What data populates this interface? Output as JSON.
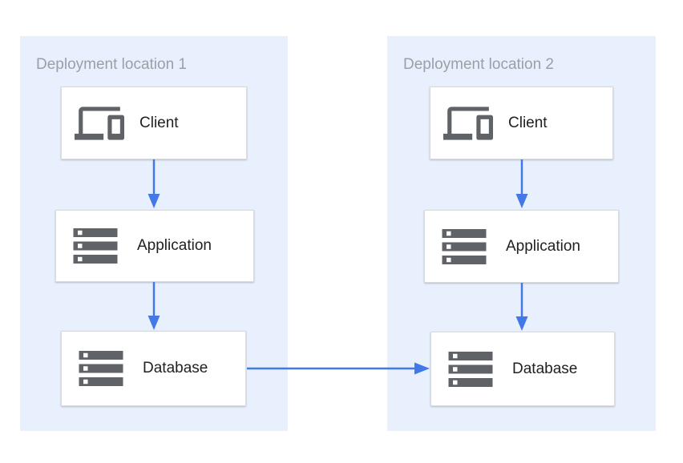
{
  "diagram": {
    "panels": [
      {
        "title": "Deployment location 1",
        "nodes": [
          {
            "label": "Client",
            "icon": "devices-icon"
          },
          {
            "label": "Application",
            "icon": "server-stack-icon"
          },
          {
            "label": "Database",
            "icon": "server-stack-icon"
          }
        ]
      },
      {
        "title": "Deployment location 2",
        "nodes": [
          {
            "label": "Client",
            "icon": "devices-icon"
          },
          {
            "label": "Application",
            "icon": "server-stack-icon"
          },
          {
            "label": "Database",
            "icon": "server-stack-icon"
          }
        ]
      }
    ],
    "edges": [
      {
        "from": "Client (location 1)",
        "to": "Application (location 1)",
        "direction": "down"
      },
      {
        "from": "Application (location 1)",
        "to": "Database (location 1)",
        "direction": "down"
      },
      {
        "from": "Client (location 2)",
        "to": "Application (location 2)",
        "direction": "down"
      },
      {
        "from": "Application (location 2)",
        "to": "Database (location 2)",
        "direction": "down"
      },
      {
        "from": "Database (location 1)",
        "to": "Database (location 2)",
        "direction": "right"
      }
    ],
    "colors": {
      "panel_background": "#e8f0fe",
      "node_background": "#ffffff",
      "node_border": "#d9dade",
      "arrow": "#4278e8",
      "icon": "#5f6368",
      "panel_title_text": "#9aa0a6",
      "node_label_text": "#202124"
    }
  }
}
